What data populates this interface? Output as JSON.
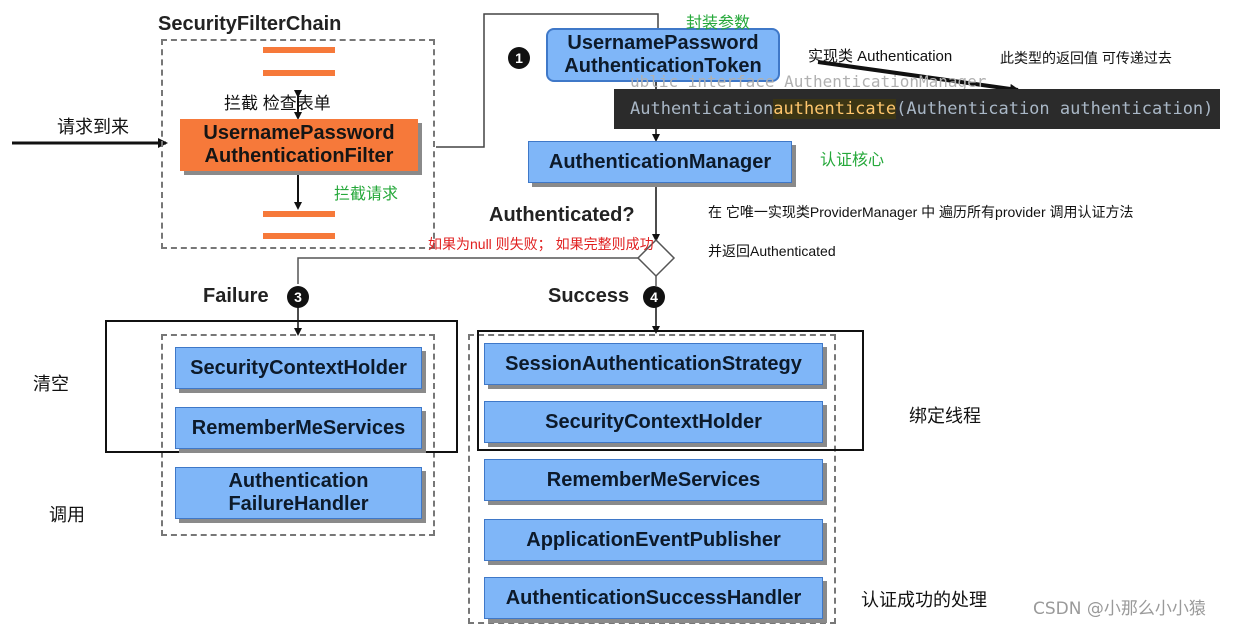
{
  "filter_chain": {
    "title": "SecurityFilterChain",
    "filter_label": "UsernamePassword\nAuthenticationFilter"
  },
  "token": {
    "label": "UsernamePassword\nAuthenticationToken",
    "step": "1"
  },
  "manager": {
    "label": "AuthenticationManager"
  },
  "decision": {
    "label": "Authenticated?"
  },
  "failure": {
    "label": "Failure",
    "step": "3",
    "items": [
      "SecurityContextHolder",
      "RememberMeServices",
      "Authentication\nFailureHandler"
    ]
  },
  "success": {
    "label": "Success",
    "step": "4",
    "items": [
      "SessionAuthenticationStrategy",
      "SecurityContextHolder",
      "RememberMeServices",
      "ApplicationEventPublisher",
      "AuthenticationSuccessHandler"
    ]
  },
  "code": {
    "ghost": "ublic interface AuthenticationManager {",
    "prefix": "Authentication ",
    "method": "authenticate",
    "suffix": "(Authentication authentication)"
  },
  "annotations": {
    "request_arrives": "请求到来",
    "intercept_check": "拦截 检查表单",
    "intercept_request": "拦截请求",
    "wrap_params": "封装参数",
    "impl_class": "实现类 Authentication",
    "return_value": "此类型的返回值 可传递过去",
    "auth_core": "认证核心",
    "provider_note": "在 它唯一实现类ProviderManager 中 遍历所有provider 调用认证方法",
    "return_authenticated": "并返回Authenticated",
    "null_note": "如果为null 则失败； 如果完整则成功",
    "clear": "清空",
    "invoke": "调用",
    "bind_thread": "绑定线程",
    "success_handling": "认证成功的处理"
  },
  "watermark": "CSDN @小那么小小猿"
}
